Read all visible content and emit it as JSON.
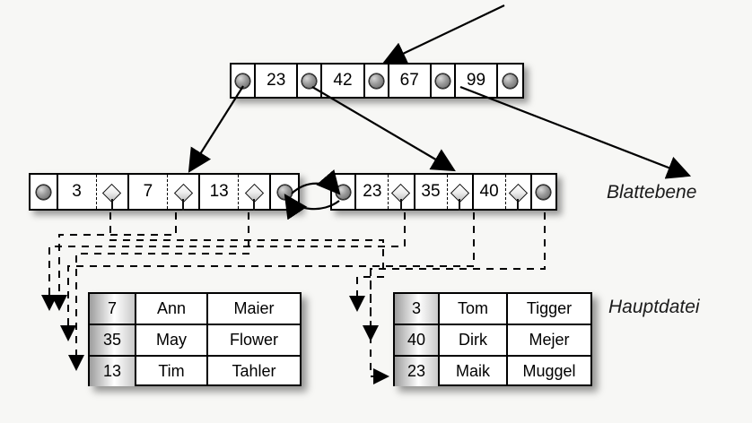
{
  "diagram": {
    "title": "B+ tree index over a main data file",
    "background": "#f7f7f5",
    "labels": {
      "leaf_level": "Blattebene",
      "main_file": "Hauptdatei"
    }
  },
  "root_node": {
    "name": "root-index-node",
    "cells": [
      {
        "type": "pointer",
        "label": "pointer"
      },
      {
        "type": "key",
        "label": "23"
      },
      {
        "type": "pointer",
        "label": "pointer"
      },
      {
        "type": "key",
        "label": "42"
      },
      {
        "type": "pointer",
        "label": "pointer"
      },
      {
        "type": "key",
        "label": "67"
      },
      {
        "type": "pointer",
        "label": "pointer"
      },
      {
        "type": "key",
        "label": "99"
      },
      {
        "type": "pointer",
        "label": "pointer"
      }
    ]
  },
  "leaf_nodes": [
    {
      "name": "leaf-node-left",
      "cells": [
        {
          "type": "pointer",
          "label": "pointer"
        },
        {
          "type": "key",
          "label": "3"
        },
        {
          "type": "diamond",
          "label": "record-ref"
        },
        {
          "type": "key",
          "label": "7"
        },
        {
          "type": "diamond",
          "label": "record-ref"
        },
        {
          "type": "key",
          "label": "13"
        },
        {
          "type": "diamond",
          "label": "record-ref"
        },
        {
          "type": "pointer",
          "label": "pointer"
        }
      ]
    },
    {
      "name": "leaf-node-right",
      "cells": [
        {
          "type": "pointer",
          "label": "pointer"
        },
        {
          "type": "key",
          "label": "23"
        },
        {
          "type": "diamond",
          "label": "record-ref"
        },
        {
          "type": "key",
          "label": "35"
        },
        {
          "type": "diamond",
          "label": "record-ref"
        },
        {
          "type": "key",
          "label": "40"
        },
        {
          "type": "diamond",
          "label": "record-ref"
        },
        {
          "type": "pointer",
          "label": "pointer"
        }
      ]
    }
  ],
  "tables": [
    {
      "name": "data-table-left",
      "rows": [
        {
          "id": "7",
          "first": "Ann",
          "last": "Maier"
        },
        {
          "id": "35",
          "first": "May",
          "last": "Flower"
        },
        {
          "id": "13",
          "first": "Tim",
          "last": "Tahler"
        }
      ]
    },
    {
      "name": "data-table-right",
      "rows": [
        {
          "id": "3",
          "first": "Tom",
          "last": "Tigger"
        },
        {
          "id": "40",
          "first": "Dirk",
          "last": "Mejer"
        },
        {
          "id": "23",
          "first": "Maik",
          "last": "Muggel"
        }
      ]
    }
  ]
}
